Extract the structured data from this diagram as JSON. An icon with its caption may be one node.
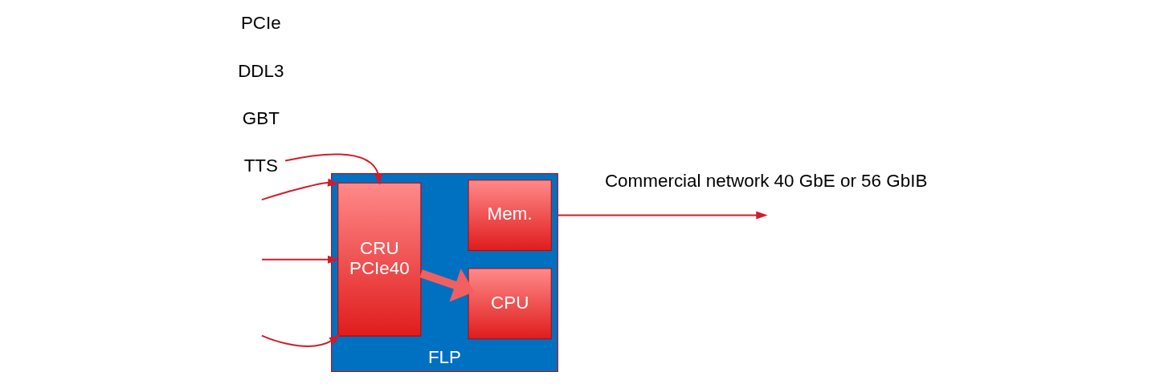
{
  "diagram": {
    "nodes": [
      {
        "text": [
          "FLP"
        ]
      },
      {
        "text": [
          "CRU",
          "PCIe40"
        ],
        "in": 0
      },
      {
        "text": [
          "CPU"
        ],
        "in": 0
      },
      {
        "text": [
          "Mem."
        ],
        "in": 0
      },
      {
        "text": [
          "TTS"
        ]
      }
    ],
    "edges": [
      {
        "from": null,
        "to": 1,
        "arrow": "to"
      },
      {
        "from": null,
        "to": 1,
        "arrow": "to"
      },
      {
        "from": null,
        "to": 1,
        "arrow": "to"
      },
      {
        "from": 4,
        "to": 1,
        "arrow": "to"
      },
      {
        "from": 1,
        "to": 2,
        "arrow": "to",
        "style": "thick"
      },
      {
        "from": 0,
        "to": null,
        "arrow": "to"
      }
    ],
    "labels": [
      "GBT",
      "DDL3",
      "PCIe",
      "Commercial network 40 GbE or 56 GbIB"
    ]
  }
}
